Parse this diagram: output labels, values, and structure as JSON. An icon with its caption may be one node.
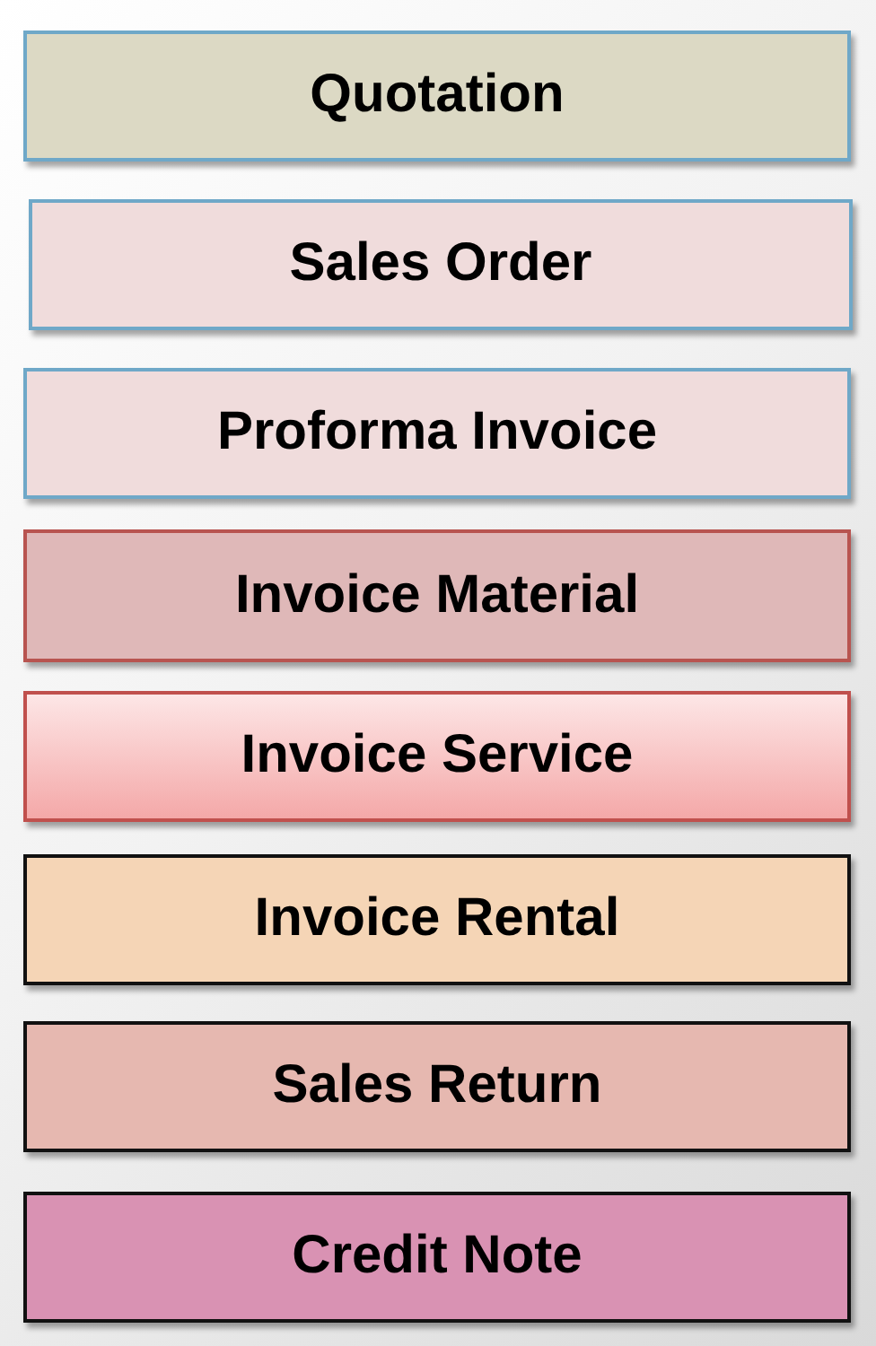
{
  "diagram": {
    "nodes": [
      {
        "text": [
          "Quotation"
        ]
      },
      {
        "text": [
          "Sales Order"
        ]
      },
      {
        "text": [
          "Proforma Invoice"
        ]
      },
      {
        "text": [
          "Invoice Material"
        ]
      },
      {
        "text": [
          "Invoice Service"
        ]
      },
      {
        "text": [
          "Invoice Rental"
        ]
      },
      {
        "text": [
          "Sales Return"
        ]
      },
      {
        "text": [
          "Credit Note"
        ]
      }
    ]
  }
}
